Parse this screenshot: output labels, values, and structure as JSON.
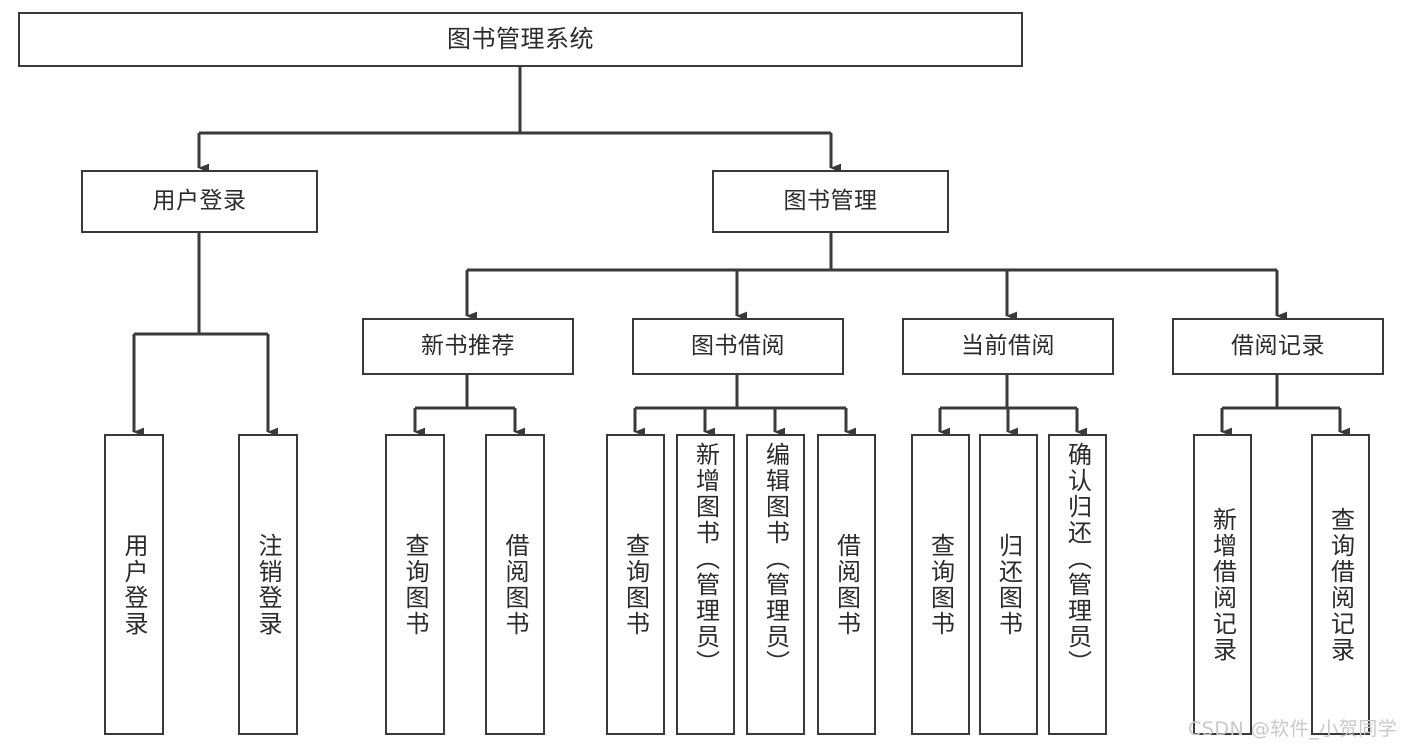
{
  "diagram": {
    "type": "tree-hierarchy-chart",
    "title": "图书管理系统",
    "orientation": "top-down",
    "colors": {
      "stroke": "#3a3a3a",
      "fill": "#ffffff",
      "text": "#2b2b2b",
      "watermark": "#c9c9c9"
    },
    "root": {
      "label": "图书管理系统"
    },
    "level1": [
      {
        "label": "用户登录"
      },
      {
        "label": "图书管理"
      }
    ],
    "level2": [
      {
        "label": "新书推荐"
      },
      {
        "label": "图书借阅"
      },
      {
        "label": "当前借阅"
      },
      {
        "label": "借阅记录"
      }
    ],
    "leaves": {
      "user_login": [
        {
          "label": "用户登录"
        },
        {
          "label": "注销登录"
        }
      ],
      "new_book_recommend": [
        {
          "label": "查询图书"
        },
        {
          "label": "借阅图书"
        }
      ],
      "book_borrow": [
        {
          "label": "查询图书"
        },
        {
          "label": "新增图书（管理员）"
        },
        {
          "label": "编辑图书（管理员）"
        },
        {
          "label": "借阅图书"
        }
      ],
      "current_borrow": [
        {
          "label": "查询图书"
        },
        {
          "label": "归还图书"
        },
        {
          "label": "确认归还（管理员）"
        }
      ],
      "borrow_record": [
        {
          "label": "新增借阅记录"
        },
        {
          "label": "查询借阅记录"
        }
      ]
    }
  },
  "watermark": {
    "text": "CSDN @软件_小贺同学"
  }
}
